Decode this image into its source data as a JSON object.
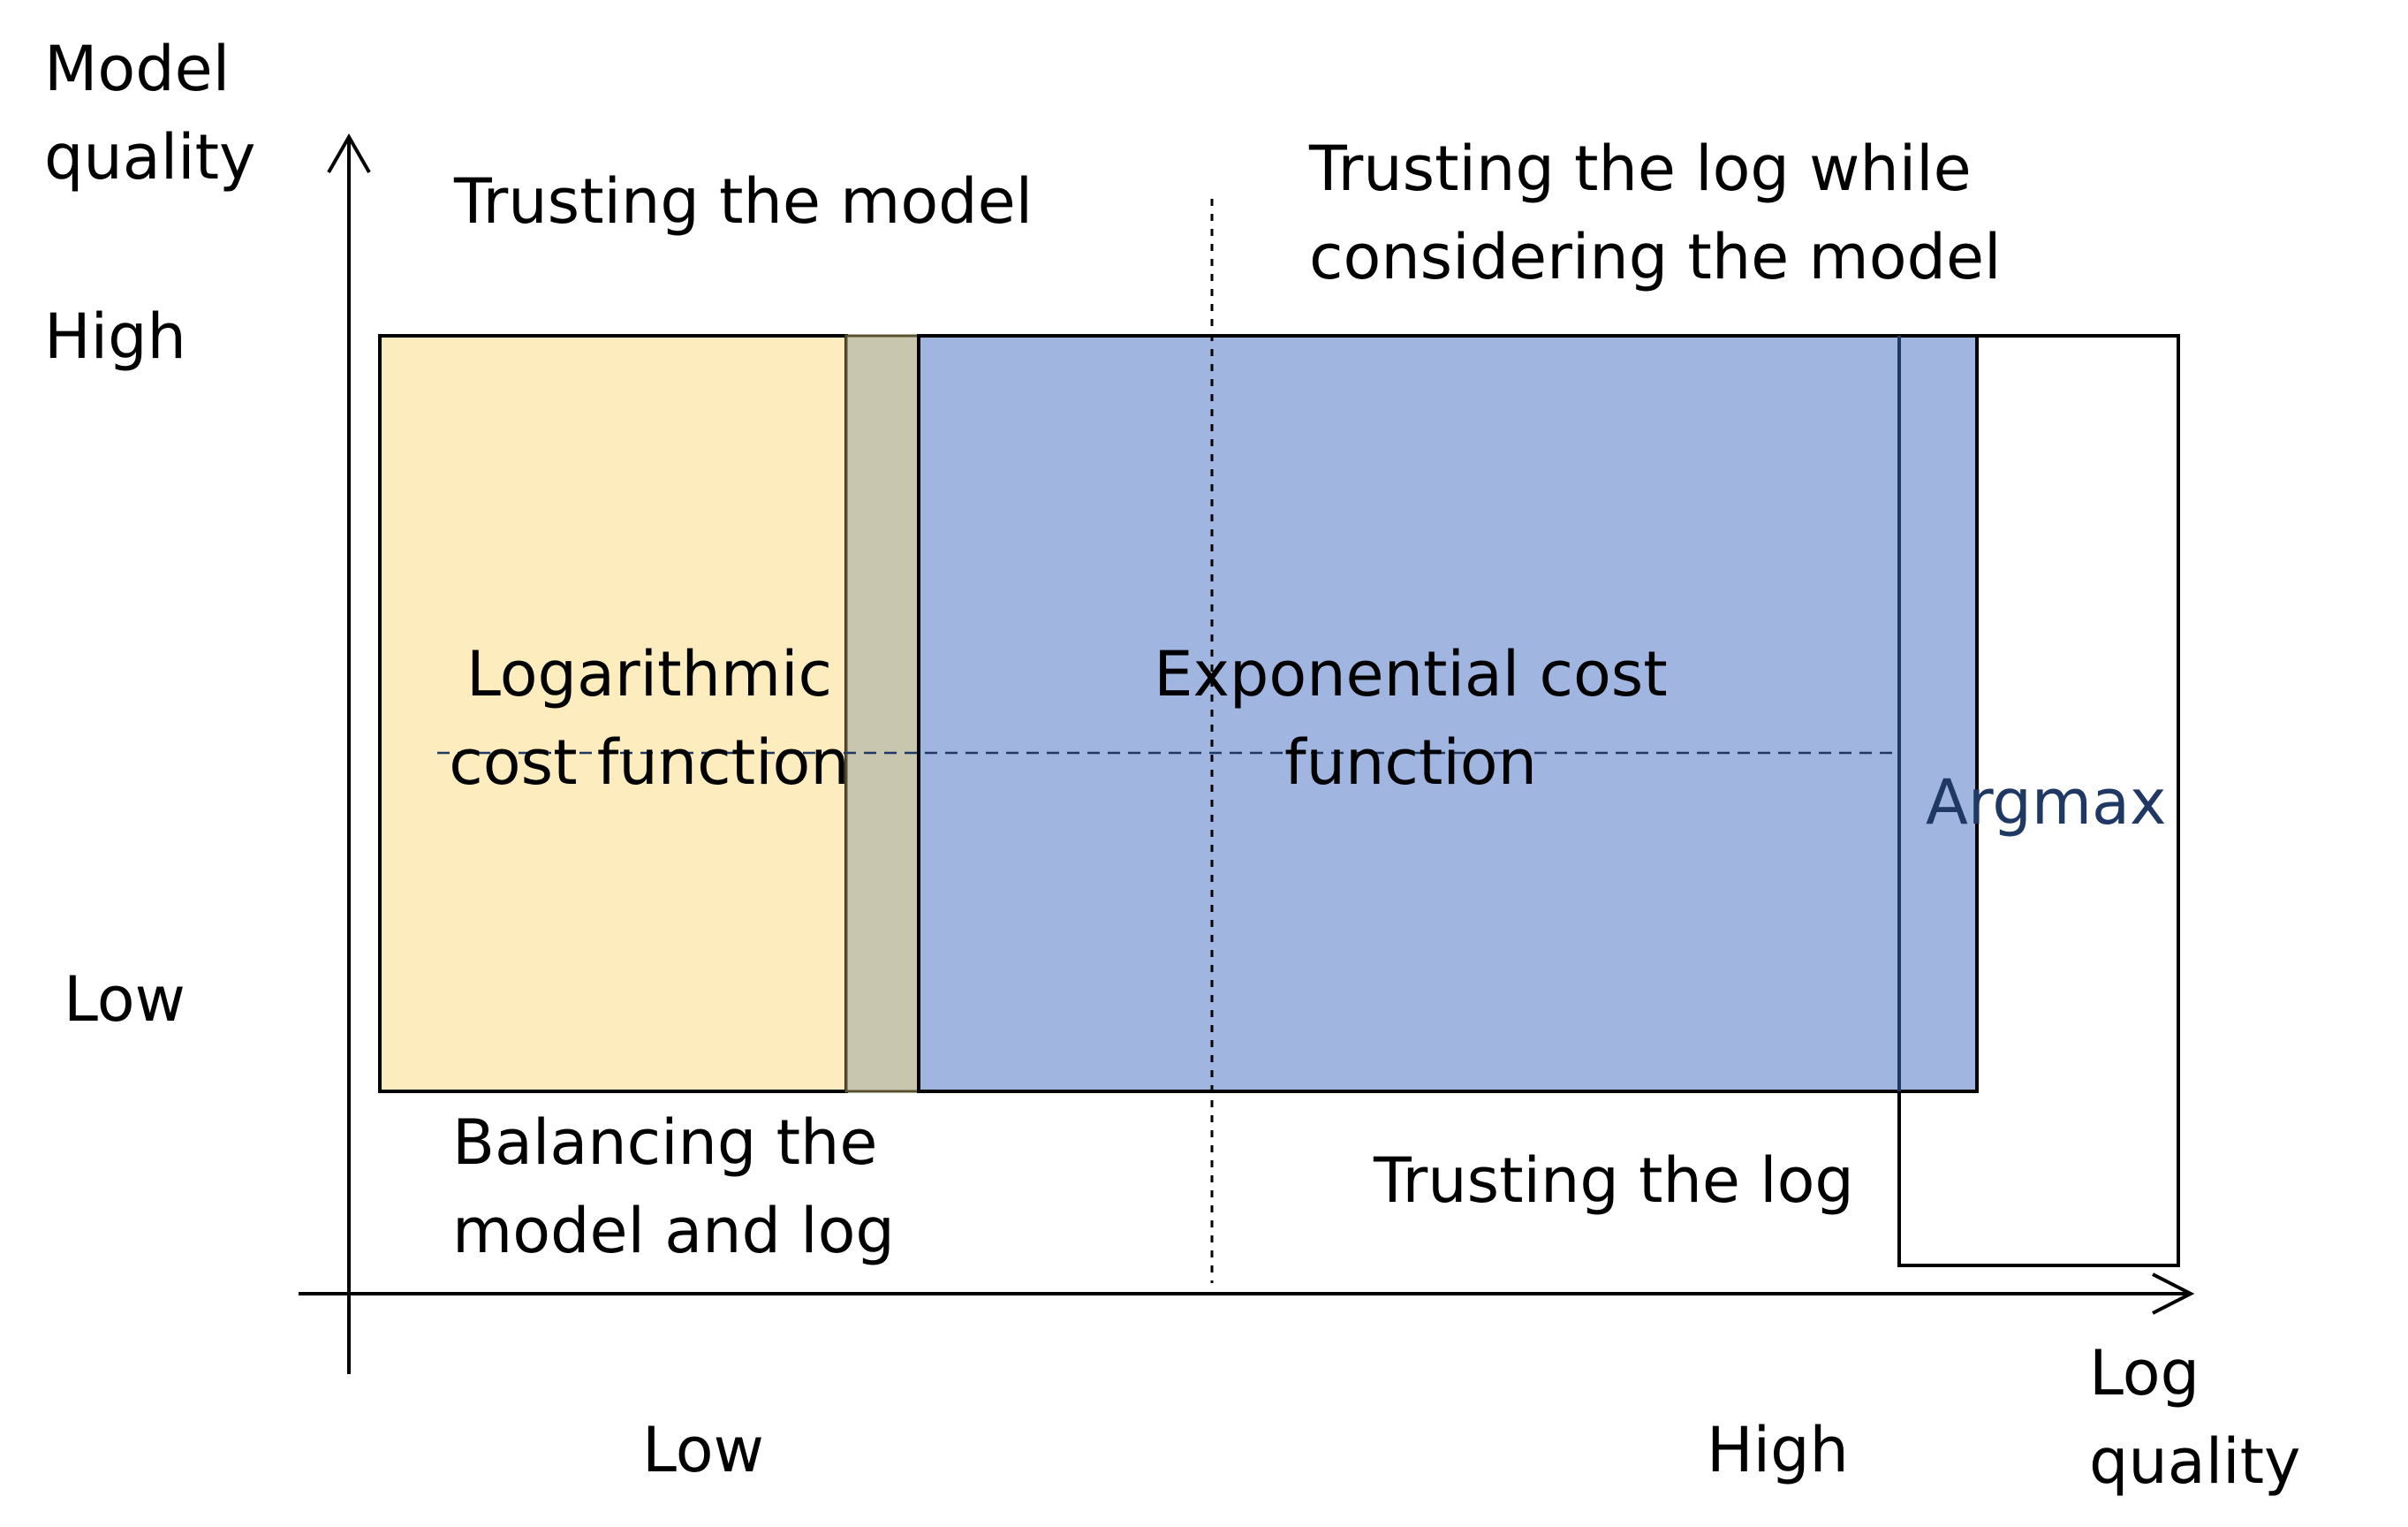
{
  "axes": {
    "y_title": [
      "Model",
      "quality"
    ],
    "y_high": "High",
    "y_low": "Low",
    "x_title": [
      "Log",
      "quality"
    ],
    "x_low": "Low",
    "x_high": "High"
  },
  "regions": {
    "trusting_model": "Trusting the model",
    "trusting_log_considering": [
      "Trusting the log while",
      "considering the model"
    ],
    "balancing": [
      "Balancing the",
      "model and log"
    ],
    "trusting_log": "Trusting the log"
  },
  "boxes": {
    "logarithmic": [
      "Logarithmic",
      "cost function"
    ],
    "exponential": [
      "Exponential cost",
      "function"
    ],
    "argmax": "Argmax"
  },
  "colors": {
    "logarithmic_fill": "#fdedbe",
    "overlap_fill": "#c8c6ae",
    "exponential_fill": "#a0b5e0",
    "argmax_text": "#1f3864",
    "stroke": "#000000"
  }
}
